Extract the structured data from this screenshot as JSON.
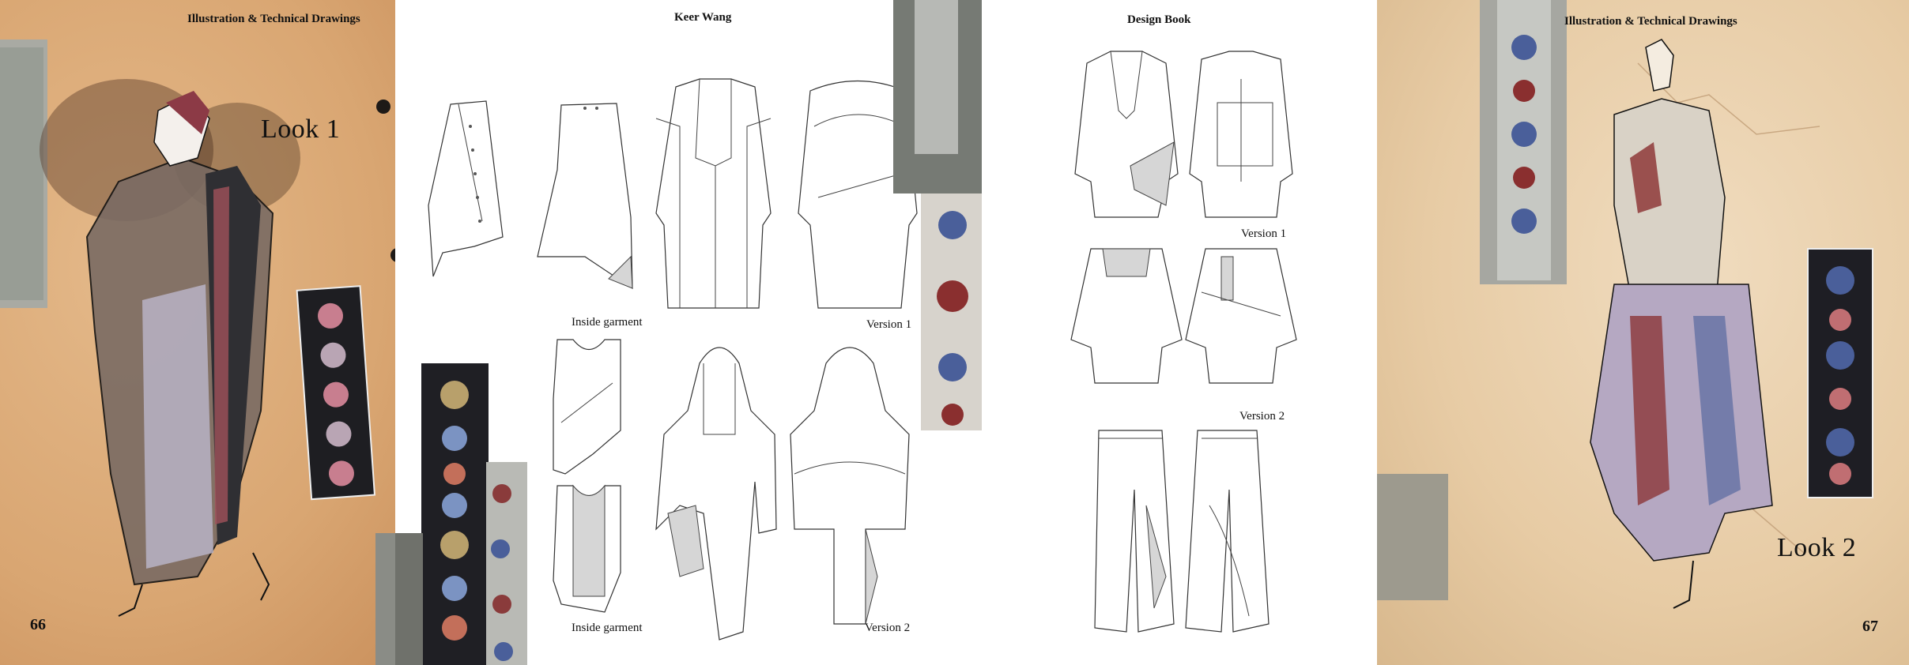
{
  "left_page": {
    "header": "Illustration & Technical Drawings",
    "look_label": "Look 1",
    "page_number": "66"
  },
  "center": {
    "left_header": "Keer Wang",
    "right_header": "Design Book",
    "captions": {
      "inside_garment_top": "Inside garment",
      "version1_left": "Version 1",
      "inside_garment_bottom": "Inside garment",
      "version2_left": "Version 2",
      "version1_right": "Version 1",
      "version2_right": "Version 2"
    }
  },
  "right_page": {
    "header": "Illustration & Technical Drawings",
    "look_label": "Look 2",
    "page_number": "67"
  },
  "colors": {
    "kraft_paper": "#d9a672",
    "parchment": "#e7cba4",
    "sketch_line": "#333333",
    "print_blue": "#4a5f9a",
    "print_red": "#8a2f2f"
  }
}
